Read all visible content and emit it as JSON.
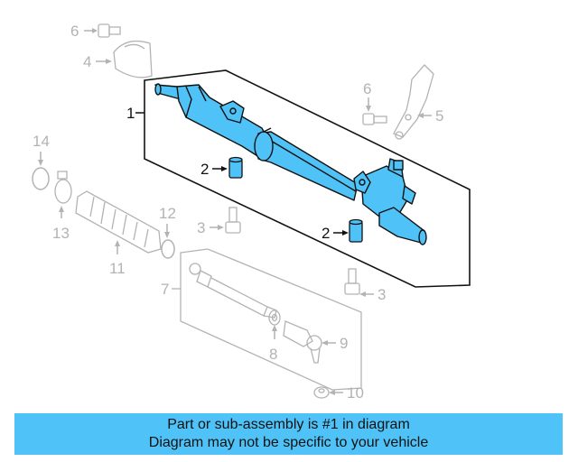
{
  "diagram": {
    "callouts": {
      "c1": "1",
      "c2a": "2",
      "c2b": "2",
      "c3a": "3",
      "c3b": "3",
      "c4": "4",
      "c5": "5",
      "c6a": "6",
      "c6b": "6",
      "c7": "7",
      "c8": "8",
      "c9": "9",
      "c10": "10",
      "c11": "11",
      "c12": "12",
      "c13": "13",
      "c14": "14"
    },
    "highlight_color": "#4fc3f7",
    "line_color": "#111111",
    "ghost_color": "#b3b3b3"
  },
  "banner": {
    "line1": "Part or sub-assembly is #1 in diagram",
    "line2": "Diagram may not be specific to your vehicle",
    "background": "#4fc3f7"
  }
}
